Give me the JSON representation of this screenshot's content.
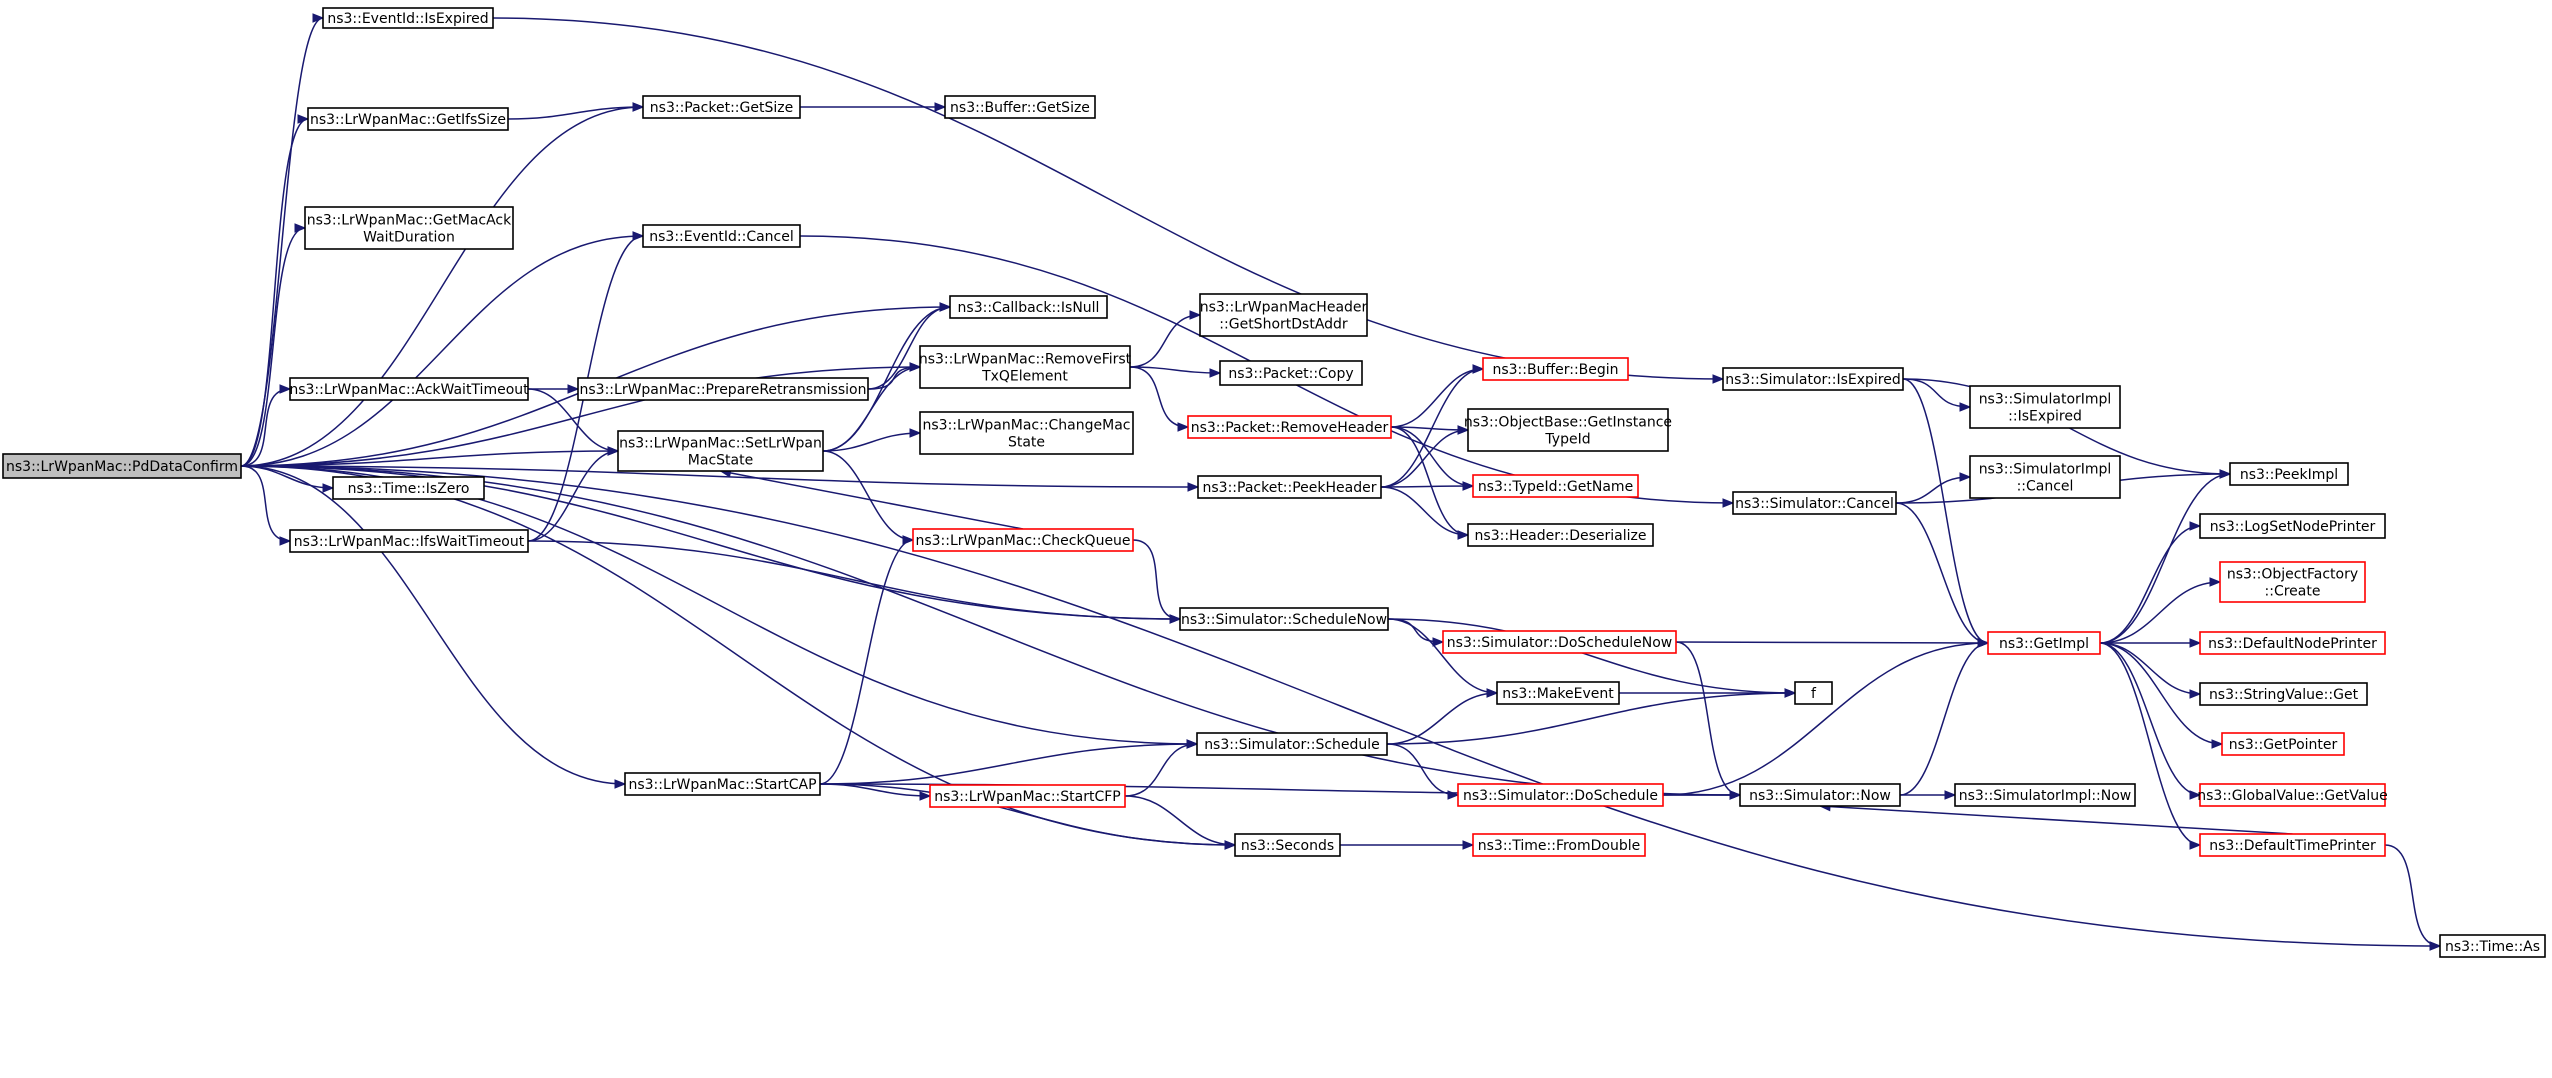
{
  "colors": {
    "edge": "#191970",
    "node_border": "#000000",
    "node_border_truncated": "#ff0000",
    "node_fill": "#ffffff",
    "root_fill": "#bfbfbf"
  },
  "nodes": [
    {
      "id": "root",
      "lines": [
        "ns3::LrWpanMac::PdDataConfirm"
      ],
      "style": "root"
    },
    {
      "id": "eventid_isexpired",
      "lines": [
        "ns3::EventId::IsExpired"
      ],
      "style": "normal"
    },
    {
      "id": "getifssize",
      "lines": [
        "ns3::LrWpanMac::GetIfsSize"
      ],
      "style": "normal"
    },
    {
      "id": "packet_getsize",
      "lines": [
        "ns3::Packet::GetSize"
      ],
      "style": "normal"
    },
    {
      "id": "buffer_getsize",
      "lines": [
        "ns3::Buffer::GetSize"
      ],
      "style": "normal"
    },
    {
      "id": "getmacack",
      "lines": [
        "ns3::LrWpanMac::GetMacAck",
        "WaitDuration"
      ],
      "style": "normal"
    },
    {
      "id": "eventid_cancel",
      "lines": [
        "ns3::EventId::Cancel"
      ],
      "style": "normal"
    },
    {
      "id": "callback_isnull",
      "lines": [
        "ns3::Callback::IsNull"
      ],
      "style": "normal"
    },
    {
      "id": "getshortdst",
      "lines": [
        "ns3::LrWpanMacHeader",
        "::GetShortDstAddr"
      ],
      "style": "normal"
    },
    {
      "id": "acktimeout",
      "lines": [
        "ns3::LrWpanMac::AckWaitTimeout"
      ],
      "style": "normal"
    },
    {
      "id": "prepareretrans",
      "lines": [
        "ns3::LrWpanMac::PrepareRetransmission"
      ],
      "style": "normal"
    },
    {
      "id": "removefirst",
      "lines": [
        "ns3::LrWpanMac::RemoveFirst",
        "TxQElement"
      ],
      "style": "normal"
    },
    {
      "id": "packet_copy",
      "lines": [
        "ns3::Packet::Copy"
      ],
      "style": "normal"
    },
    {
      "id": "buffer_begin",
      "lines": [
        "ns3::Buffer::Begin"
      ],
      "style": "truncated"
    },
    {
      "id": "packet_removeheader",
      "lines": [
        "ns3::Packet::RemoveHeader"
      ],
      "style": "truncated"
    },
    {
      "id": "objectbase_getinstance",
      "lines": [
        "ns3::ObjectBase::GetInstance",
        "TypeId"
      ],
      "style": "normal"
    },
    {
      "id": "setlrwpan",
      "lines": [
        "ns3::LrWpanMac::SetLrWpan",
        "MacState"
      ],
      "style": "normal"
    },
    {
      "id": "changemac",
      "lines": [
        "ns3::LrWpanMac::ChangeMac",
        "State"
      ],
      "style": "normal"
    },
    {
      "id": "time_iszero",
      "lines": [
        "ns3::Time::IsZero"
      ],
      "style": "normal"
    },
    {
      "id": "packet_peekheader",
      "lines": [
        "ns3::Packet::PeekHeader"
      ],
      "style": "normal"
    },
    {
      "id": "typeid_getname",
      "lines": [
        "ns3::TypeId::GetName"
      ],
      "style": "truncated"
    },
    {
      "id": "ifstimeout",
      "lines": [
        "ns3::LrWpanMac::IfsWaitTimeout"
      ],
      "style": "normal"
    },
    {
      "id": "header_deserialize",
      "lines": [
        "ns3::Header::Deserialize"
      ],
      "style": "normal"
    },
    {
      "id": "checkqueue",
      "lines": [
        "ns3::LrWpanMac::CheckQueue"
      ],
      "style": "truncated"
    },
    {
      "id": "sim_isexpired",
      "lines": [
        "ns3::Simulator::IsExpired"
      ],
      "style": "normal"
    },
    {
      "id": "simimpl_isexpired",
      "lines": [
        "ns3::SimulatorImpl",
        "::IsExpired"
      ],
      "style": "normal"
    },
    {
      "id": "sim_cancel",
      "lines": [
        "ns3::Simulator::Cancel"
      ],
      "style": "normal"
    },
    {
      "id": "simimpl_cancel",
      "lines": [
        "ns3::SimulatorImpl",
        "::Cancel"
      ],
      "style": "normal"
    },
    {
      "id": "peekimpl",
      "lines": [
        "ns3::PeekImpl"
      ],
      "style": "normal"
    },
    {
      "id": "lognodeprinter",
      "lines": [
        "ns3::LogSetNodePrinter"
      ],
      "style": "normal"
    },
    {
      "id": "objectfactory",
      "lines": [
        "ns3::ObjectFactory",
        "::Create"
      ],
      "style": "truncated"
    },
    {
      "id": "schedulenow",
      "lines": [
        "ns3::Simulator::ScheduleNow"
      ],
      "style": "normal"
    },
    {
      "id": "doschedulenow",
      "lines": [
        "ns3::Simulator::DoScheduleNow"
      ],
      "style": "truncated"
    },
    {
      "id": "getimpl",
      "lines": [
        "ns3::GetImpl"
      ],
      "style": "truncated"
    },
    {
      "id": "defaultnodeprinter",
      "lines": [
        "ns3::DefaultNodePrinter"
      ],
      "style": "truncated"
    },
    {
      "id": "makeevent",
      "lines": [
        "ns3::MakeEvent"
      ],
      "style": "normal"
    },
    {
      "id": "f",
      "lines": [
        "f"
      ],
      "style": "normal"
    },
    {
      "id": "stringvalue_get",
      "lines": [
        "ns3::StringValue::Get"
      ],
      "style": "normal"
    },
    {
      "id": "sim_schedule",
      "lines": [
        "ns3::Simulator::Schedule"
      ],
      "style": "normal"
    },
    {
      "id": "getpointer",
      "lines": [
        "ns3::GetPointer"
      ],
      "style": "truncated"
    },
    {
      "id": "startcap",
      "lines": [
        "ns3::LrWpanMac::StartCAP"
      ],
      "style": "normal"
    },
    {
      "id": "startcfp",
      "lines": [
        "ns3::LrWpanMac::StartCFP"
      ],
      "style": "truncated"
    },
    {
      "id": "doschedule",
      "lines": [
        "ns3::Simulator::DoSchedule"
      ],
      "style": "truncated"
    },
    {
      "id": "sim_now",
      "lines": [
        "ns3::Simulator::Now"
      ],
      "style": "normal"
    },
    {
      "id": "simimpl_now",
      "lines": [
        "ns3::SimulatorImpl::Now"
      ],
      "style": "normal"
    },
    {
      "id": "globalvalue",
      "lines": [
        "ns3::GlobalValue::GetValue"
      ],
      "style": "truncated"
    },
    {
      "id": "seconds",
      "lines": [
        "ns3::Seconds"
      ],
      "style": "normal"
    },
    {
      "id": "fromdouble",
      "lines": [
        "ns3::Time::FromDouble"
      ],
      "style": "truncated"
    },
    {
      "id": "defaulttimeprinter",
      "lines": [
        "ns3::DefaultTimePrinter"
      ],
      "style": "truncated"
    },
    {
      "id": "time_as",
      "lines": [
        "ns3::Time::As"
      ],
      "style": "normal"
    }
  ],
  "edges": [
    [
      "root",
      "eventid_isexpired"
    ],
    [
      "root",
      "packet_getsize"
    ],
    [
      "root",
      "getifssize"
    ],
    [
      "root",
      "getmacack"
    ],
    [
      "root",
      "eventid_cancel"
    ],
    [
      "root",
      "callback_isnull"
    ],
    [
      "root",
      "removefirst"
    ],
    [
      "root",
      "acktimeout"
    ],
    [
      "root",
      "setlrwpan"
    ],
    [
      "root",
      "time_iszero"
    ],
    [
      "root",
      "ifstimeout"
    ],
    [
      "root",
      "packet_peekheader"
    ],
    [
      "root",
      "schedulenow"
    ],
    [
      "root",
      "sim_schedule"
    ],
    [
      "root",
      "startcap"
    ],
    [
      "root",
      "seconds"
    ],
    [
      "root",
      "sim_now"
    ],
    [
      "root",
      "time_as"
    ],
    [
      "getifssize",
      "packet_getsize"
    ],
    [
      "packet_getsize",
      "buffer_getsize"
    ],
    [
      "eventid_isexpired",
      "sim_isexpired"
    ],
    [
      "eventid_cancel",
      "sim_cancel"
    ],
    [
      "acktimeout",
      "prepareretrans"
    ],
    [
      "acktimeout",
      "setlrwpan"
    ],
    [
      "prepareretrans",
      "callback_isnull"
    ],
    [
      "prepareretrans",
      "removefirst"
    ],
    [
      "removefirst",
      "getshortdst"
    ],
    [
      "removefirst",
      "packet_copy"
    ],
    [
      "removefirst",
      "packet_removeheader"
    ],
    [
      "setlrwpan",
      "callback_isnull"
    ],
    [
      "setlrwpan",
      "removefirst"
    ],
    [
      "setlrwpan",
      "changemac"
    ],
    [
      "setlrwpan",
      "checkqueue"
    ],
    [
      "ifstimeout",
      "eventid_cancel"
    ],
    [
      "ifstimeout",
      "setlrwpan"
    ],
    [
      "ifstimeout",
      "schedulenow"
    ],
    [
      "checkqueue",
      "setlrwpan"
    ],
    [
      "checkqueue",
      "schedulenow"
    ],
    [
      "packet_removeheader",
      "buffer_begin"
    ],
    [
      "packet_removeheader",
      "objectbase_getinstance"
    ],
    [
      "packet_removeheader",
      "header_deserialize"
    ],
    [
      "packet_peekheader",
      "buffer_begin"
    ],
    [
      "packet_peekheader",
      "objectbase_getinstance"
    ],
    [
      "packet_peekheader",
      "typeid_getname"
    ],
    [
      "packet_peekheader",
      "header_deserialize"
    ],
    [
      "packet_removeheader",
      "typeid_getname"
    ],
    [
      "schedulenow",
      "doschedulenow"
    ],
    [
      "schedulenow",
      "makeevent"
    ],
    [
      "schedulenow",
      "f"
    ],
    [
      "sim_schedule",
      "makeevent"
    ],
    [
      "sim_schedule",
      "f"
    ],
    [
      "sim_schedule",
      "doschedule"
    ],
    [
      "makeevent",
      "f"
    ],
    [
      "doschedulenow",
      "getimpl"
    ],
    [
      "doschedulenow",
      "sim_now"
    ],
    [
      "doschedule",
      "getimpl"
    ],
    [
      "doschedule",
      "sim_now"
    ],
    [
      "startcap",
      "checkqueue"
    ],
    [
      "startcap",
      "sim_schedule"
    ],
    [
      "startcap",
      "startcfp"
    ],
    [
      "startcap",
      "seconds"
    ],
    [
      "startcap",
      "sim_now"
    ],
    [
      "startcfp",
      "sim_schedule"
    ],
    [
      "startcfp",
      "seconds"
    ],
    [
      "seconds",
      "fromdouble"
    ],
    [
      "sim_isexpired",
      "simimpl_isexpired"
    ],
    [
      "sim_isexpired",
      "peekimpl"
    ],
    [
      "sim_isexpired",
      "getimpl"
    ],
    [
      "sim_cancel",
      "simimpl_cancel"
    ],
    [
      "sim_cancel",
      "peekimpl"
    ],
    [
      "sim_cancel",
      "getimpl"
    ],
    [
      "sim_now",
      "getimpl"
    ],
    [
      "sim_now",
      "simimpl_now"
    ],
    [
      "getimpl",
      "peekimpl"
    ],
    [
      "getimpl",
      "lognodeprinter"
    ],
    [
      "getimpl",
      "objectfactory"
    ],
    [
      "getimpl",
      "defaultnodeprinter"
    ],
    [
      "getimpl",
      "stringvalue_get"
    ],
    [
      "getimpl",
      "getpointer"
    ],
    [
      "getimpl",
      "globalvalue"
    ],
    [
      "getimpl",
      "defaulttimeprinter"
    ],
    [
      "defaulttimeprinter",
      "sim_now"
    ],
    [
      "defaulttimeprinter",
      "time_as"
    ]
  ]
}
